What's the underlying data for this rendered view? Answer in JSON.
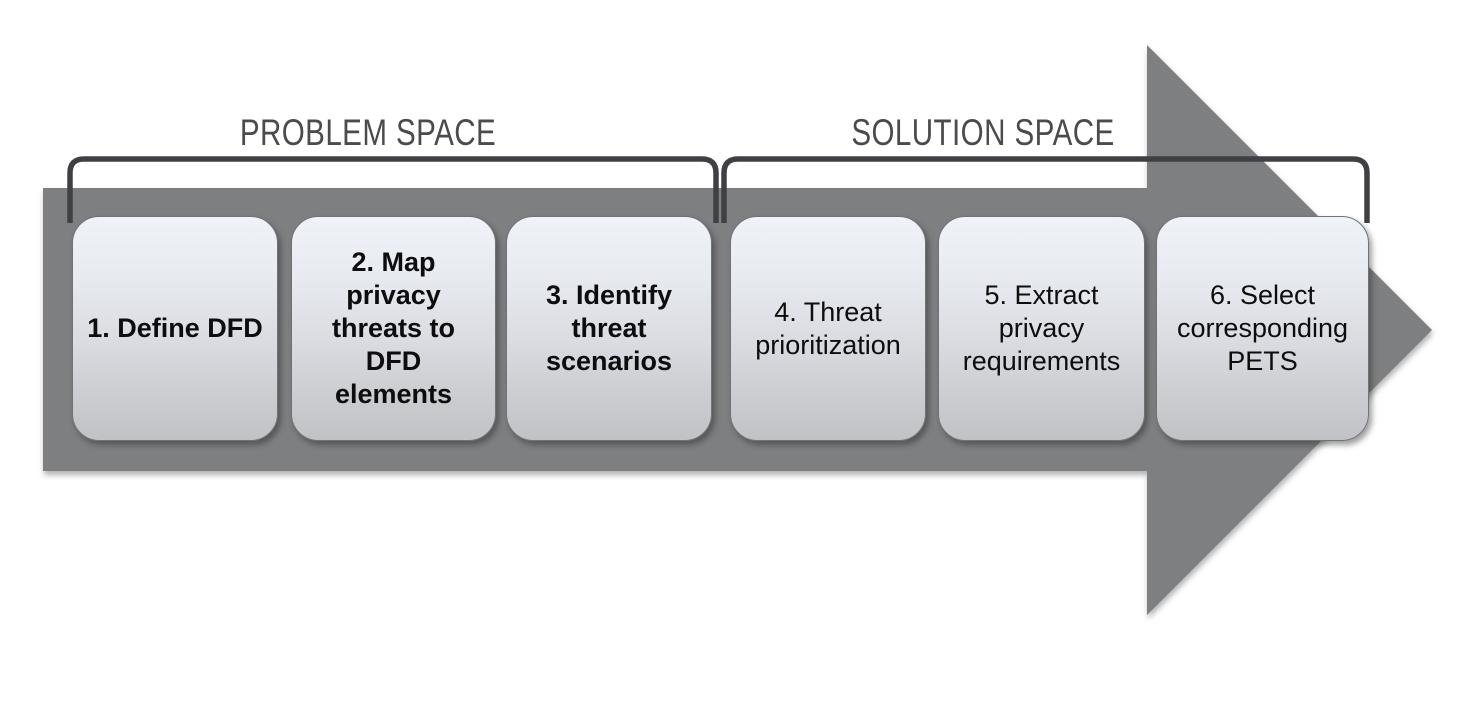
{
  "diagram": {
    "type": "process-flow-arrow",
    "sections": [
      {
        "label": "PROBLEM SPACE",
        "covers_steps": [
          1,
          2,
          3
        ]
      },
      {
        "label": "SOLUTION SPACE",
        "covers_steps": [
          4,
          5,
          6
        ]
      }
    ],
    "steps": [
      {
        "number": 1,
        "label": "1. Define DFD",
        "emphasis": "bold"
      },
      {
        "number": 2,
        "label": "2. Map\nprivacy\nthreats to\nDFD\nelements",
        "emphasis": "bold"
      },
      {
        "number": 3,
        "label": "3. Identify\nthreat\nscenarios",
        "emphasis": "bold"
      },
      {
        "number": 4,
        "label": "4. Threat\nprioritization",
        "emphasis": "regular"
      },
      {
        "number": 5,
        "label": "5. Extract\nprivacy\nrequirements",
        "emphasis": "regular"
      },
      {
        "number": 6,
        "label": "6. Select\ncorresponding\nPETS",
        "emphasis": "regular"
      }
    ]
  },
  "colors": {
    "arrow_gray": "#7e7f80",
    "bracket_dark": "#3f4043",
    "label_gray": "#4b4b4d",
    "box_top": "#f0f2f9",
    "box_bottom": "#c1c2c5",
    "box_border": "#6f7277",
    "step_text": "#0d0d0d"
  }
}
